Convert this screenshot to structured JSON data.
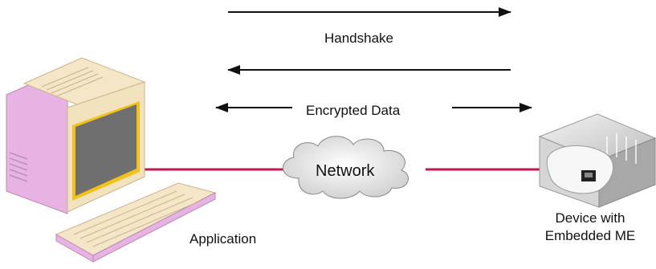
{
  "labels": {
    "handshake": "Handshake",
    "encrypted_data": "Encrypted Data",
    "network": "Network",
    "application": "Application",
    "device_line1": "Device with",
    "device_line2": "Embedded ME"
  },
  "colors": {
    "link_line": "#c0184f",
    "arrow": "#111111",
    "monitor_pink": "#e8b9e6",
    "monitor_beige": "#f4e6c6",
    "screen": "#6f6f6f",
    "screen_bezel": "#f1c21b",
    "cloud_fill": "#f2f2f2",
    "device_grey": "#bdbdbd"
  },
  "icons": {
    "application": "desktop-computer-icon",
    "network": "cloud-icon",
    "device": "embedded-device-icon"
  }
}
